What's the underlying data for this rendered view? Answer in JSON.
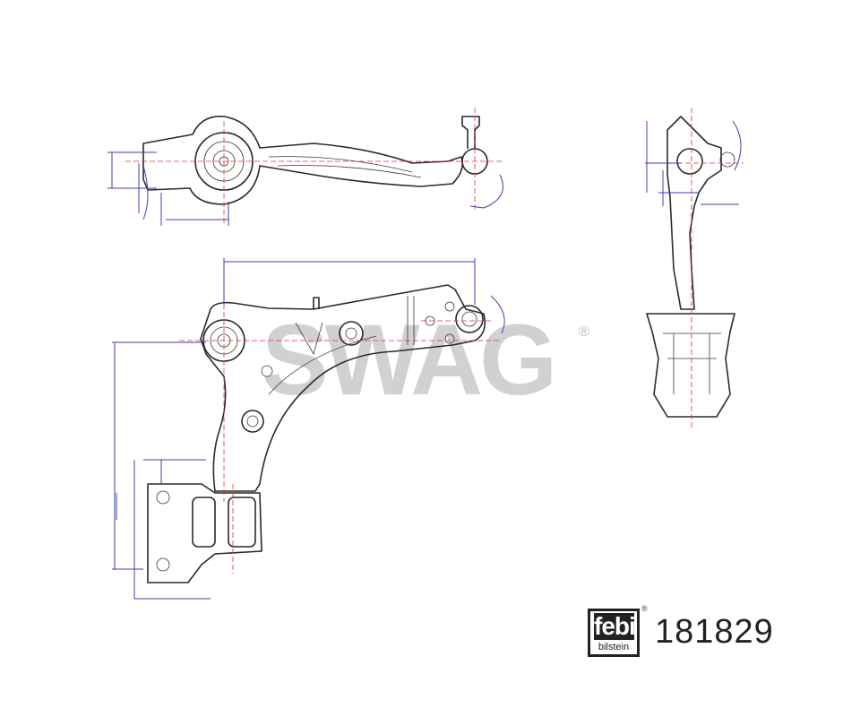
{
  "watermark": {
    "text": "SWAG",
    "registered": "®"
  },
  "brand": {
    "logo_main": "febi",
    "logo_sub": "bilstein",
    "registered": "®"
  },
  "part_number": "181829",
  "colors": {
    "outline": "#2a2a2a",
    "dimension": "#3b3fb0",
    "centerline": "#d23a3a",
    "watermark": "#c9c9c9"
  }
}
